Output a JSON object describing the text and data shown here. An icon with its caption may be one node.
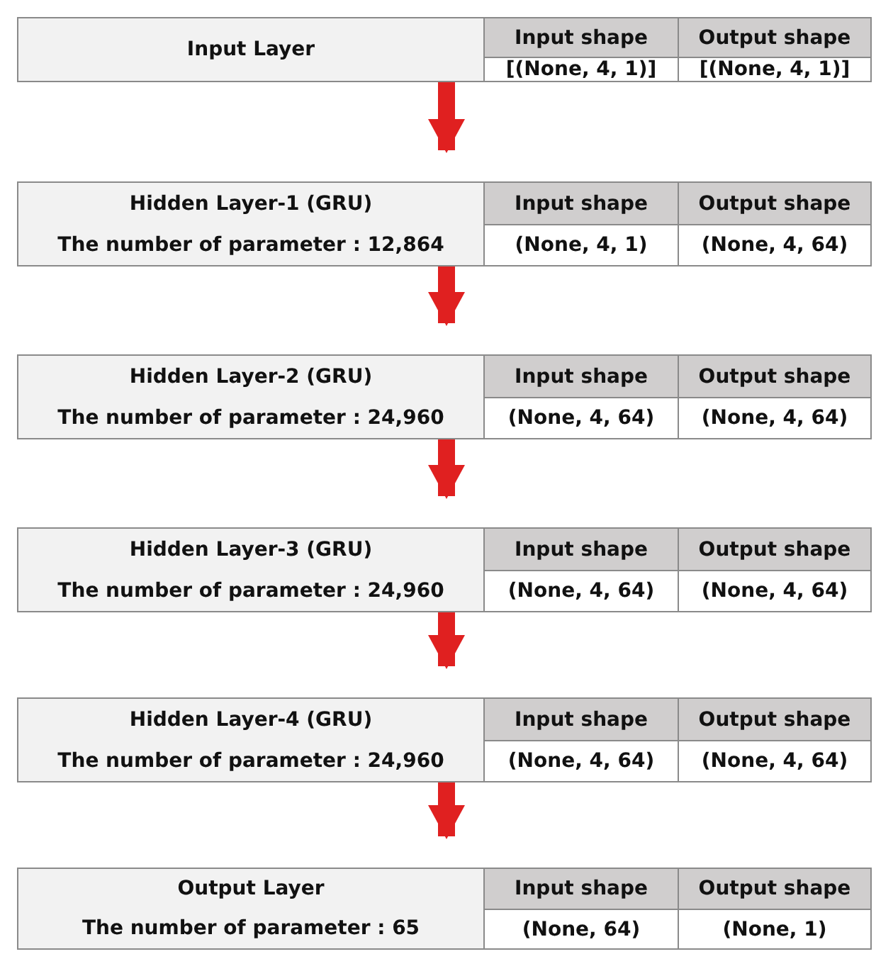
{
  "diagram": {
    "nodes": [
      {
        "text": [
          "Input Layer",
          "Input shape",
          "Output shape",
          "[(None, 4, 1)]",
          "[(None, 4, 1)]"
        ]
      },
      {
        "text": [
          "Hidden Layer-1 (GRU)",
          "The number of parameter : 12,864",
          "Input shape",
          "Output shape",
          "(None, 4, 1)",
          "(None, 4, 64)"
        ]
      },
      {
        "text": [
          "Hidden Layer-2 (GRU)",
          "The number of parameter : 24,960",
          "Input shape",
          "Output shape",
          "(None, 4, 64)",
          "(None, 4, 64)"
        ]
      },
      {
        "text": [
          "Hidden Layer-3 (GRU)",
          "The number of parameter : 24,960",
          "Input shape",
          "Output shape",
          "(None, 4, 64)",
          "(None, 4, 64)"
        ]
      },
      {
        "text": [
          "Hidden Layer-4 (GRU)",
          "The number of parameter : 24,960",
          "Input shape",
          "Output shape",
          "(None, 4, 64)",
          "(None, 4, 64)"
        ]
      },
      {
        "text": [
          "Output Layer",
          "The number of parameter : 65",
          "Input shape",
          "Output shape",
          "(None, 64)",
          "(None, 1)"
        ]
      }
    ],
    "edges": [
      {
        "from": 0,
        "to": 1,
        "arrow": "to",
        "color": "#e02020"
      },
      {
        "from": 1,
        "to": 2,
        "arrow": "to",
        "color": "#e02020"
      },
      {
        "from": 2,
        "to": 3,
        "arrow": "to",
        "color": "#e02020"
      },
      {
        "from": 3,
        "to": 4,
        "arrow": "to",
        "color": "#e02020"
      },
      {
        "from": 4,
        "to": 5,
        "arrow": "to",
        "color": "#e02020"
      }
    ]
  }
}
